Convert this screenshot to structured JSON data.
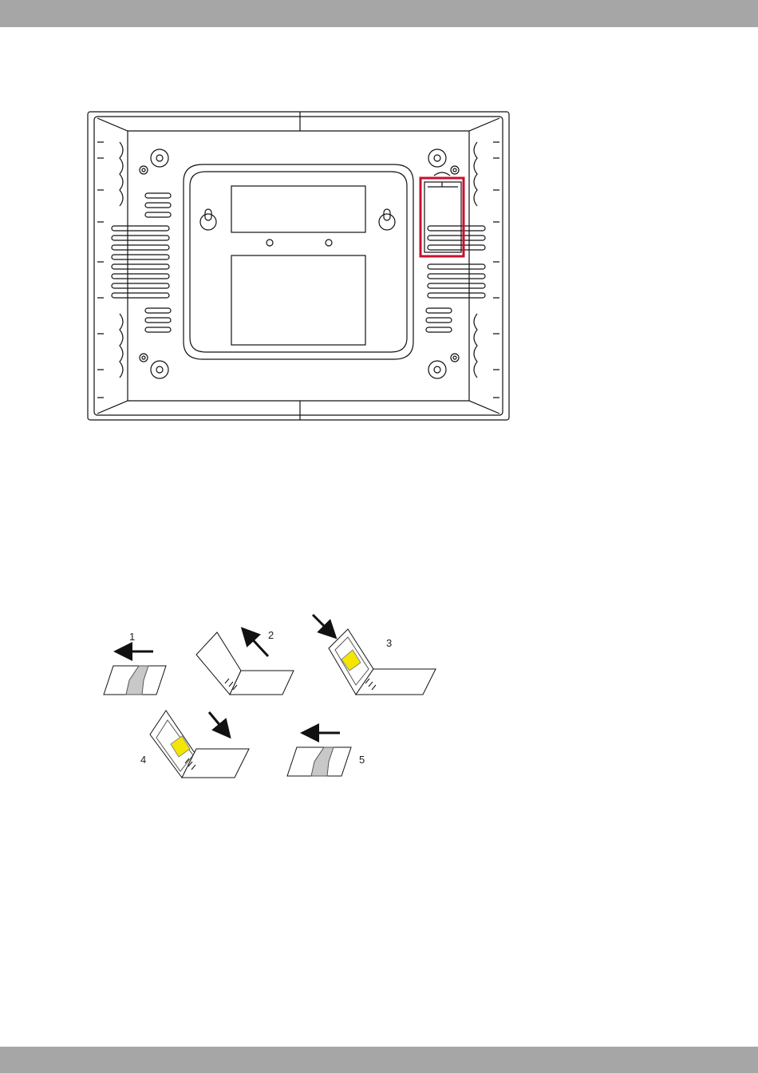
{
  "steps": [
    {
      "number": "1"
    },
    {
      "number": "2"
    },
    {
      "number": "3"
    },
    {
      "number": "4"
    },
    {
      "number": "5"
    }
  ],
  "colors": {
    "band": "#a6a6a6",
    "highlight": "#c8102e",
    "sim_chip": "#f5e600",
    "line": "#111111",
    "sim_card": "#c8c8c8"
  }
}
